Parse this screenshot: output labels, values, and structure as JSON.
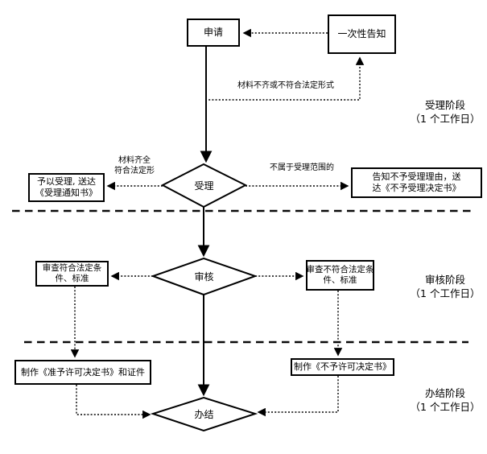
{
  "diagram": {
    "type": "flowchart",
    "background_color": "#ffffff",
    "line_color": "#000000",
    "nodes": {
      "apply": {
        "label": "申请"
      },
      "one_time_notice": {
        "label": "一次性告知"
      },
      "accept_decision": {
        "label": "受理"
      },
      "review_decision": {
        "label": "审核"
      },
      "complete_decision": {
        "label": "办结"
      },
      "grant_accept": {
        "line1": "予以受理, 送达",
        "line2": "《受理通知书》"
      },
      "reject_accept": {
        "line1": "告知不予受理理由，送",
        "line2": "达《不予受理决定书》"
      },
      "review_pass": {
        "line1": "审查符合法定条",
        "line2": "件、标准"
      },
      "review_fail": {
        "line1": "审查不符合法定条",
        "line2": "件、标准"
      },
      "make_permit": {
        "label": "制作《准予许可决定书》和证件"
      },
      "make_reject": {
        "label": "制作《不予许可决定书》"
      }
    },
    "edge_labels": {
      "materials_incomplete": "材料不齐或不符合法定形式",
      "materials_complete_line1": "材料齐全",
      "materials_complete_line2": "符合法定形",
      "not_in_scope": "不属于受理范围的"
    },
    "stages": [
      {
        "name": "受理阶段",
        "duration": "（1 个工作日）"
      },
      {
        "name": "审核阶段",
        "duration": "（1 个工作日）"
      },
      {
        "name": "办结阶段",
        "duration": "（1 个工作日）"
      }
    ]
  }
}
